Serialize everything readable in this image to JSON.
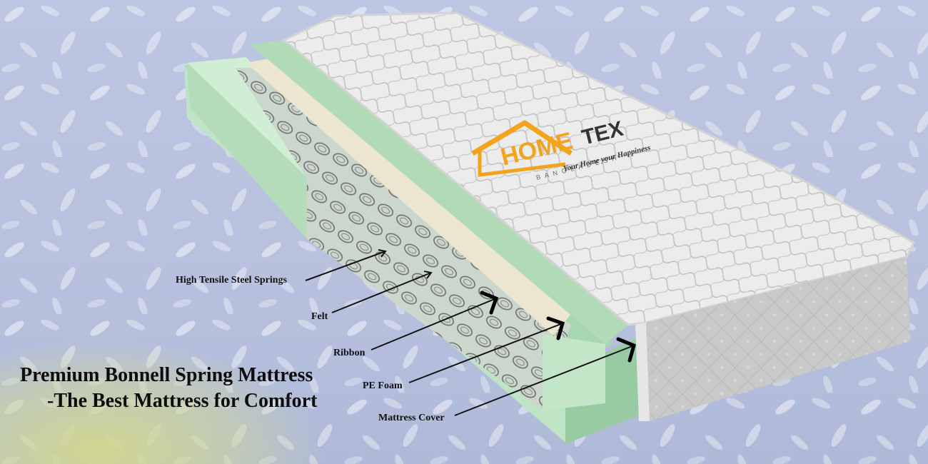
{
  "brand": {
    "name_part1": "HOME",
    "name_part2": "TEX",
    "sub": "BANGLADESH",
    "tagline": "Your Home your Happiness",
    "color": "#f3a31c"
  },
  "callouts": [
    {
      "key": "springs",
      "label": "High Tensile Steel Springs"
    },
    {
      "key": "felt",
      "label": "Felt"
    },
    {
      "key": "ribbon",
      "label": "Ribbon"
    },
    {
      "key": "pe_foam",
      "label": "PE Foam"
    },
    {
      "key": "cover",
      "label": "Mattress Cover"
    }
  ],
  "headline": {
    "line1": "Premium Bonnell Spring Mattress",
    "line2": "-The Best Mattress for Comfort"
  },
  "colors": {
    "sky": "#b4bfdd",
    "foliage": "#c6cd7e",
    "foam": "#b6ddbd",
    "quilt": "#e9e9e9",
    "felt": "#ece5cf"
  }
}
